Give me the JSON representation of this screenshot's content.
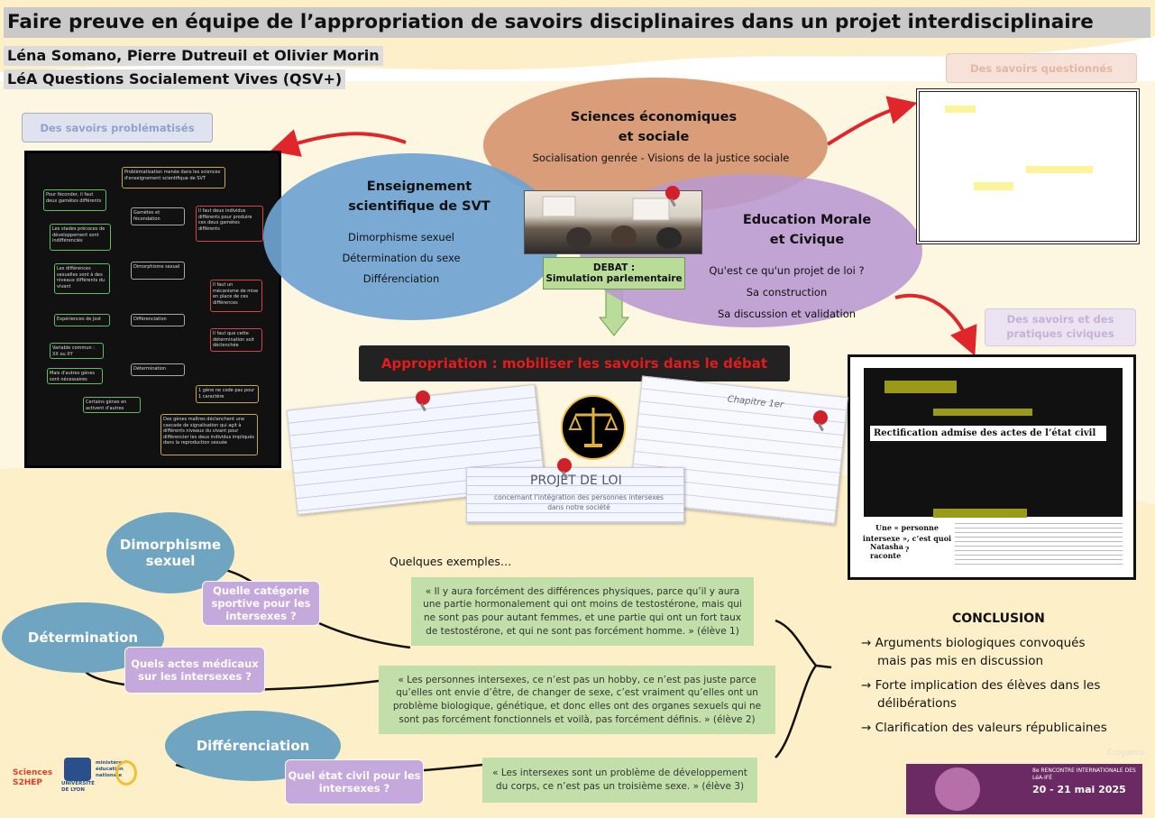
{
  "header": {
    "title": "Faire preuve en équipe de l’appropriation de savoirs disciplinaires dans un projet interdisciplinaire",
    "authors": "Léna Somano, Pierre Dutreuil et Olivier Morin",
    "lea": "LéA Questions Socialement Vives (QSV+)"
  },
  "tags": {
    "problematises": "Des savoirs problématisés",
    "questionnes": "Des savoirs questionnés",
    "civiques": "Des savoirs et des pratiques civiques"
  },
  "mindmap": {
    "root": "Problématisation menée dans les sciences d'enseignement scientifique de SVT",
    "nodes": [
      "Gamètes et fécondation",
      "Dimorphisme sexuel",
      "Différenciation",
      "Détermination"
    ],
    "left_notes": [
      "Pour féconder, il faut deux gamètes différents",
      "Les stades précoces de développement sont indifférenciés",
      "Les différences sexuelles sont à des niveaux différents du vivant",
      "Expériences de Jost",
      "Variable commun : XX ou XY",
      "Mais d'autres gènes sont nécessaires",
      "Certains gènes en activent d'autres"
    ],
    "right_notes": [
      "Il faut deux individus différents pour produire ces deux gamètes différents",
      "Il faut un mécanisme de mise en place de ces différences",
      "Il faut que cette détermination soit déclenchée",
      "1 gène ne code pas pour 1 caractère",
      "Des gènes maîtres déclenchent une cascade de signalisation qui agit à différents niveaux du vivant pour différencier les deux individus impliqués dans la reproduction sexuée"
    ]
  },
  "venn": {
    "eco": {
      "title_1": "Sciences économiques",
      "title_2": "et sociale",
      "text": "Socialisation genrée  -  Visions de la justice sociale"
    },
    "svt": {
      "title_1": "Enseignement",
      "title_2": "scientifique de SVT",
      "items": [
        "Dimorphisme sexuel",
        "Détermination du sexe",
        "Différenciation"
      ]
    },
    "emc": {
      "title_1": "Education Morale",
      "title_2": "et Civique",
      "items": [
        "Qu'est ce qu'un projet de loi ?",
        "Sa construction",
        "Sa discussion et validation"
      ]
    }
  },
  "debat": {
    "line1": "DEBAT :",
    "line2": "Simulation parlementaire"
  },
  "appropriation": "Appropriation : mobiliser les savoirs dans le débat",
  "notes": {
    "loi_title": "PROJET DE LOI",
    "loi_sub": "concernant l'intégration des personnes intersexes dans notre société",
    "chapitre": "Chapitre 1er"
  },
  "right_doc": {
    "headline": "Rectification admise des actes de l’état civil",
    "sub1": "Une « personne intersexe », c’est quoi ?",
    "sub2": "Natasha raconte"
  },
  "bubbles": [
    "Dimorphisme sexuel",
    "Détermination",
    "Différenciation"
  ],
  "questions": [
    "Quelle catégorie sportive pour les intersexes ?",
    "Quels actes médicaux sur les intersexes ?",
    "Quel état civil pour les intersexes ?"
  ],
  "examples_label": "Quelques exemples…",
  "quotes": [
    "« Il y aura forcément des différences physiques, parce qu’il y aura une partie hormonalement qui ont moins de testostérone, mais qui ne sont pas pour autant femmes, et une partie qui ont un fort taux de testostérone, et qui ne sont pas forcément homme. » (élève 1)",
    "« Les personnes intersexes, ce n’est pas un hobby, ce n’est pas juste parce qu’elles ont envie d’être, de changer de sexe, c’est vraiment qu’elles ont un problème biologique, génétique, et donc elles ont des organes sexuels qui ne sont pas forcément fonctionnels et voilà, pas forcément définis. » (élève 2)",
    "« Les intersexes sont un problème de développement du corps, ce n’est pas un troisième sexe. » (élève 3)"
  ],
  "conclusion": {
    "title": "CONCLUSION",
    "items": [
      {
        "a": "→ Arguments biologiques convoqués",
        "b": "mais pas mis en discussion"
      },
      {
        "a": "→ Forte implication des élèves dans les",
        "b": "délibérations"
      },
      {
        "a": "→ Clarification des valeurs républicaines",
        "b": ""
      }
    ]
  },
  "logos": {
    "s2hep": "Sciences S2HEP",
    "udl": "UNIVERSITÉ DE LYON",
    "ministere": "ministère éducation nationale",
    "croyance": "Croyance"
  },
  "event": {
    "line1": "8e RENCONTRE INTERNATIONALE DES LéA-IFÉ",
    "line2": "20 - 21 mai 2025"
  },
  "colors": {
    "eco": "#d4926a",
    "svt": "#6fa3d2",
    "emc": "#b899d0",
    "arrow": "#e0262b",
    "green": "#c2dfaa"
  }
}
